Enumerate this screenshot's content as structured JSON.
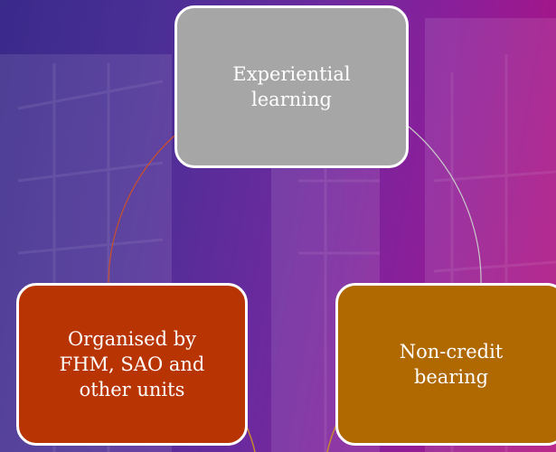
{
  "diagram": {
    "nodes": [
      {
        "id": "top",
        "lines": [
          "Experiential",
          "learning"
        ],
        "color": "#a6a6a6"
      },
      {
        "id": "left",
        "lines": [
          "Organised by",
          "FHM, SAO and",
          "other units"
        ],
        "color": "#b83503"
      },
      {
        "id": "right",
        "lines": [
          "Non-credit",
          "bearing"
        ],
        "color": "#b06800"
      }
    ],
    "cycle_colors": {
      "left_arc": "#c9502a",
      "right_arc": "#c9c9c9",
      "bottom_arc": "#c98a2a"
    }
  }
}
